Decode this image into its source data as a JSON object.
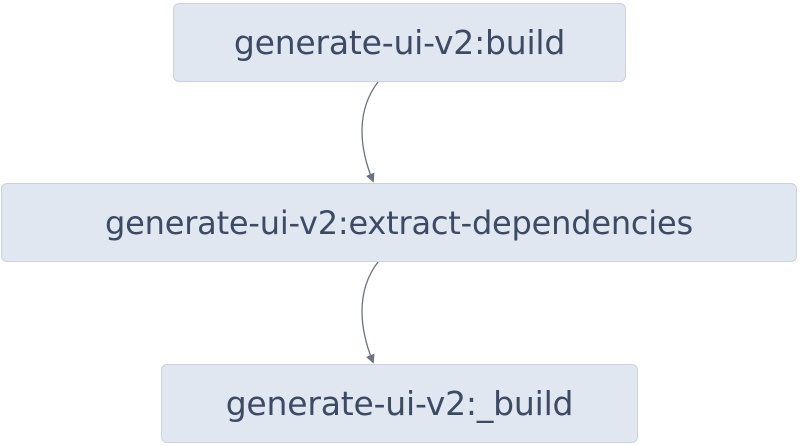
{
  "diagram": {
    "type": "task-dependency-graph",
    "nodes": [
      {
        "id": "build",
        "label": "generate-ui-v2:build"
      },
      {
        "id": "extract",
        "label": "generate-ui-v2:extract-dependencies"
      },
      {
        "id": "ubuild",
        "label": "generate-ui-v2:_build"
      }
    ],
    "edges": [
      {
        "from": "build",
        "to": "extract"
      },
      {
        "from": "extract",
        "to": "ubuild"
      }
    ],
    "colors": {
      "node_fill": "#e1e7f0",
      "node_border": "#c9d2de",
      "node_text": "#3c4a63",
      "edge": "#6b7280"
    }
  }
}
